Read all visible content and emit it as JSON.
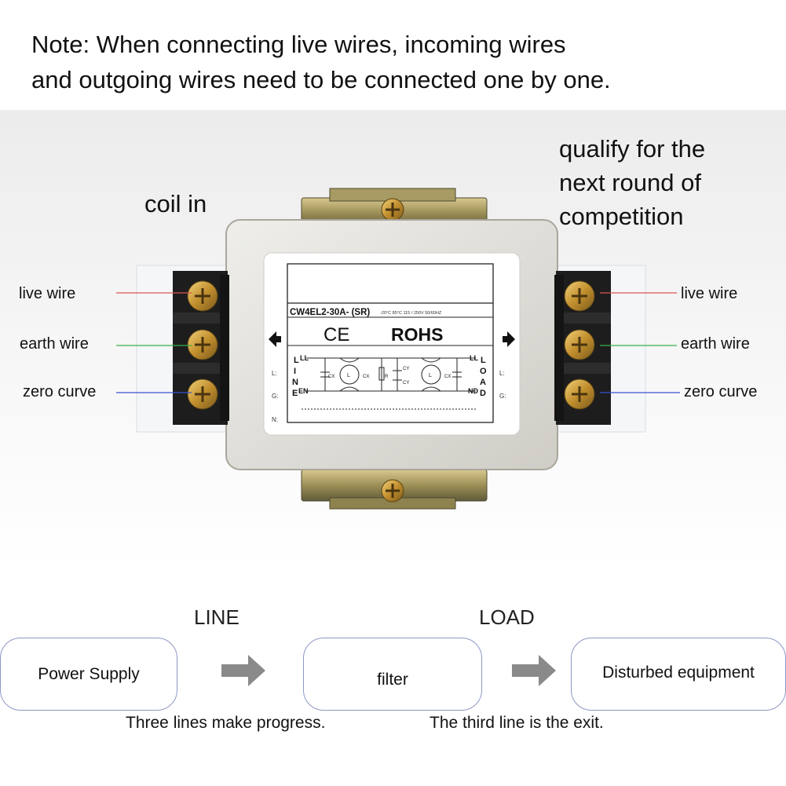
{
  "note": {
    "line1": "Note: When connecting live wires, incoming wires",
    "line2": "and outgoing wires need to be connected one by one."
  },
  "labels": {
    "coil_in": "coil in",
    "qualify": [
      "qualify for the",
      "next round of",
      "competition"
    ],
    "left": [
      "live wire",
      "earth wire",
      "zero curve"
    ],
    "right": [
      "live wire",
      "earth wire",
      "zero curve"
    ]
  },
  "device": {
    "model": "CW4EL2-30A- (SR)",
    "spec": "-20°C 85°C 115 / 250V 50/60HZ",
    "ce": "CE",
    "rohs": "ROHS",
    "line_side": [
      "L",
      "I",
      "N",
      "E"
    ],
    "load_side": [
      "L",
      "O",
      "A",
      "D"
    ],
    "left_terminals": [
      "L:",
      "G:",
      "N:"
    ],
    "right_terminals": [
      "L:",
      "G:"
    ],
    "circuit_left": [
      "LL",
      "EN"
    ],
    "circuit_right": [
      "LL",
      "ND"
    ],
    "components": [
      "CX",
      "L",
      "CX",
      "R",
      "CY",
      "CY",
      "L",
      "CX"
    ],
    "wire_colors": {
      "live": "#e05555",
      "earth": "#3cb04a",
      "zero": "#3a4fd0"
    }
  },
  "flow": {
    "line_label": "LINE",
    "load_label": "LOAD",
    "boxes": [
      "Power Supply",
      "filter",
      "Disturbed equipment"
    ],
    "caption_left": "Three lines make progress.",
    "caption_right": "The third line is the exit."
  }
}
